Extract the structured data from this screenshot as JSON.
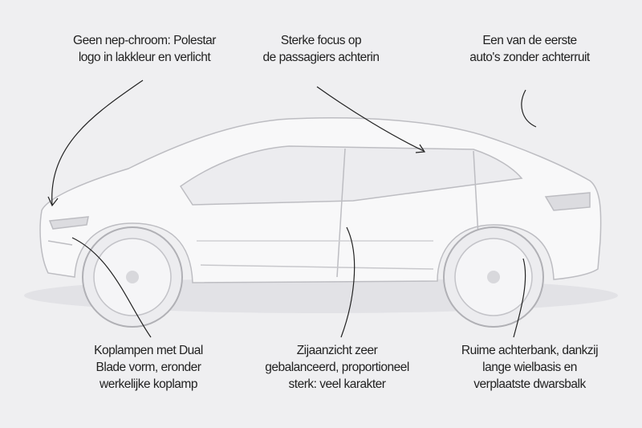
{
  "annotations": {
    "top_left": {
      "lines": [
        "Geen nep-chroom: Polestar",
        "logo in lakkleur en verlicht"
      ]
    },
    "top_center": {
      "lines": [
        "Sterke focus op",
        "de passagiers achterin"
      ]
    },
    "top_right": {
      "lines": [
        "Een van de eerste",
        "auto's zonder achterruit"
      ]
    },
    "bottom_left": {
      "lines": [
        "Koplampen met Dual",
        "Blade vorm, eronder",
        "werkelijke koplamp"
      ]
    },
    "bottom_center": {
      "lines": [
        "Zijaanzicht zeer",
        "gebalanceerd, proportioneel",
        "sterk: veel karakter"
      ]
    },
    "bottom_right": {
      "lines": [
        "Ruime achterbank, dankzij",
        "lange wielbasis en",
        "verplaatste dwarsbalk"
      ]
    }
  },
  "colors": {
    "background": "#efeff1",
    "car_body": "#f7f7f8",
    "outline": "#b9b9be",
    "callout": "#222222"
  }
}
